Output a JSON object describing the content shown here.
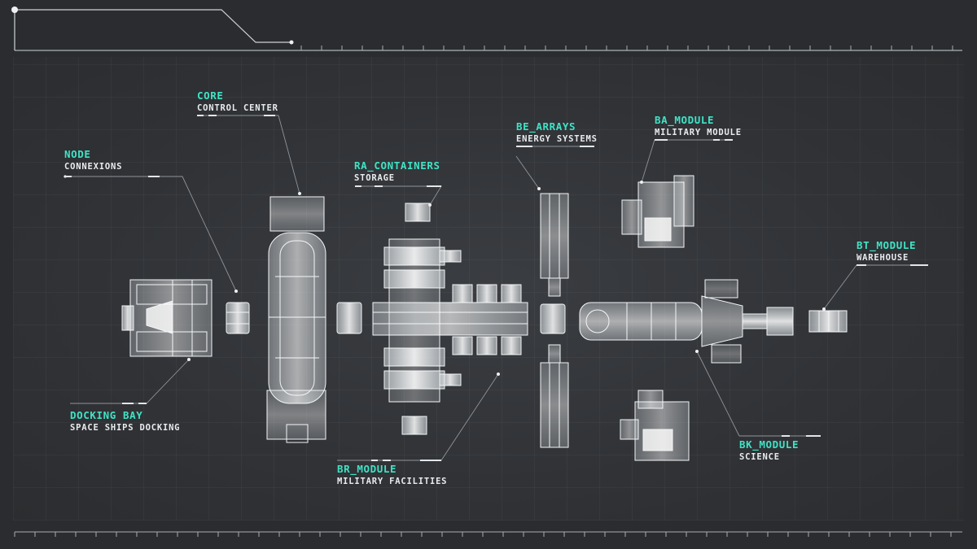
{
  "accent_color": "#3fe3c6",
  "text_color": "#e9ecef",
  "background_color": "#2a2c2f",
  "modules": {
    "core": {
      "title": "CORE",
      "subtitle": "CONTROL CENTER"
    },
    "node": {
      "title": "NODE",
      "subtitle": "CONNEXIONS"
    },
    "ra_containers": {
      "title": "RA_CONTAINERS",
      "subtitle": "STORAGE"
    },
    "be_arrays": {
      "title": "BE_ARRAYS",
      "subtitle": "ENERGY SYSTEMS"
    },
    "ba_module": {
      "title": "BA_MODULE",
      "subtitle": "MILITARY MODULE"
    },
    "bt_module": {
      "title": "BT_MODULE",
      "subtitle": "WAREHOUSE"
    },
    "docking_bay": {
      "title": "DOCKING BAY",
      "subtitle": "SPACE SHIPS DOCKING"
    },
    "br_module": {
      "title": "BR_MODULE",
      "subtitle": "MILITARY FACILITIES"
    },
    "bk_module": {
      "title": "BK_MODULE",
      "subtitle": "SCIENCE"
    }
  }
}
